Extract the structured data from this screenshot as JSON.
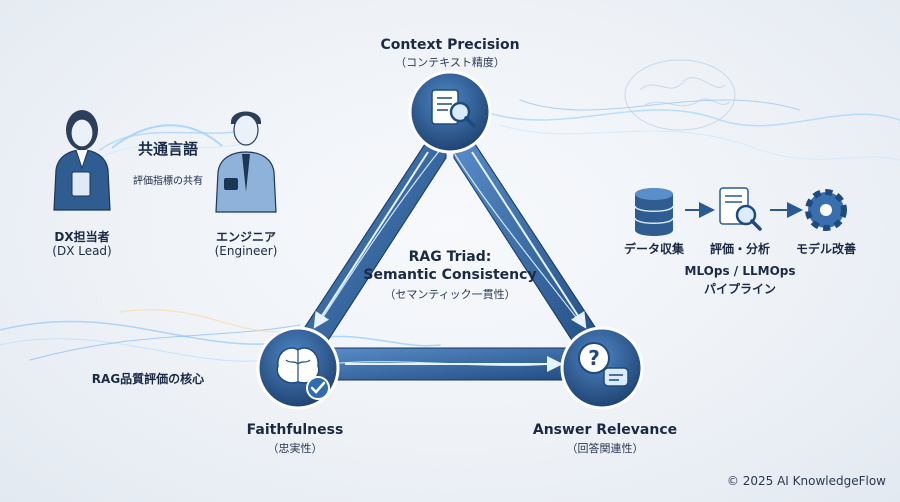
{
  "nodes": {
    "top": {
      "title": "Context Precision",
      "subtitle": "（コンテキスト精度）",
      "icon": "document-search-icon"
    },
    "left": {
      "title": "Faithfulness",
      "subtitle": "（忠実性）",
      "icon": "brain-check-icon"
    },
    "right": {
      "title": "Answer Relevance",
      "subtitle": "（回答関連性）",
      "icon": "question-chat-icon"
    }
  },
  "center": {
    "line1": "RAG Triad:",
    "line2": "Semantic Consistency",
    "line3": "（セマンティック一貫性）"
  },
  "personas": {
    "bridge_title": "共通言語",
    "bridge_sub": "評価指標の共有",
    "dx": {
      "name": "DX担当者",
      "en": "(DX Lead)"
    },
    "eng": {
      "name": "エンジニア",
      "en": "(Engineer)"
    }
  },
  "core_label": "RAG品質評価の核心",
  "pipeline": {
    "steps": [
      {
        "label": "データ収集",
        "icon": "database-icon"
      },
      {
        "label": "評価・分析",
        "icon": "report-search-icon"
      },
      {
        "label": "モデル改善",
        "icon": "gear-icon"
      }
    ],
    "title_line1": "MLOps / LLMOps",
    "title_line2": "パイプライン"
  },
  "copyright": "© 2025 AI KnowledgeFlow",
  "colors": {
    "navy": "#1f4a7e",
    "blue": "#3a74b7",
    "light_blue": "#7fb4e6",
    "glow": "#9fd4ff"
  }
}
